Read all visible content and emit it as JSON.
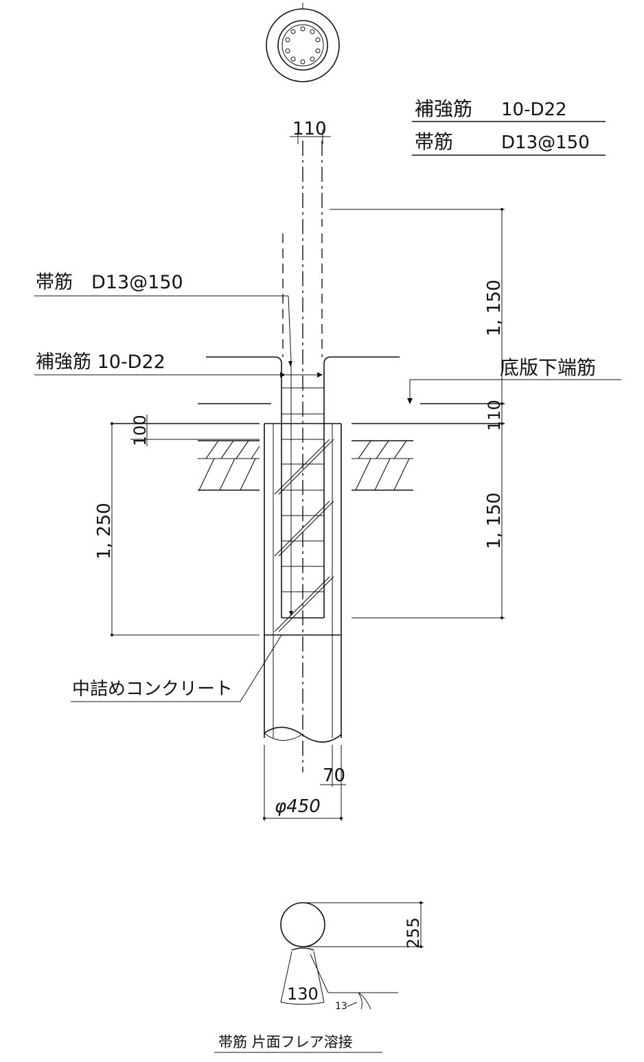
{
  "top_note": {
    "line1_label": "補強筋",
    "line1_value": "10-D22",
    "line2_label": "帯筋",
    "line2_value": "D13@150"
  },
  "section_dims": {
    "top_width": "110"
  },
  "labels": {
    "hoop": "帯筋　D13@150",
    "main_bar": "補強筋 10-D22",
    "slab_bottom_bar": "底版下端筋",
    "infill_concrete": "中詰めコンクリート"
  },
  "dimensions": {
    "upper_embed": "1, 150",
    "slab_gap": "110",
    "lower_embed": "1, 150",
    "pile_top": "100",
    "pile_embed": "1, 250",
    "wall": "70",
    "pile_diameter": "φ450"
  },
  "weld_detail": {
    "bar_dia": "255",
    "weld_length": "130",
    "weld_size": "13",
    "caption": "帯筋 片面フレア溶接"
  }
}
